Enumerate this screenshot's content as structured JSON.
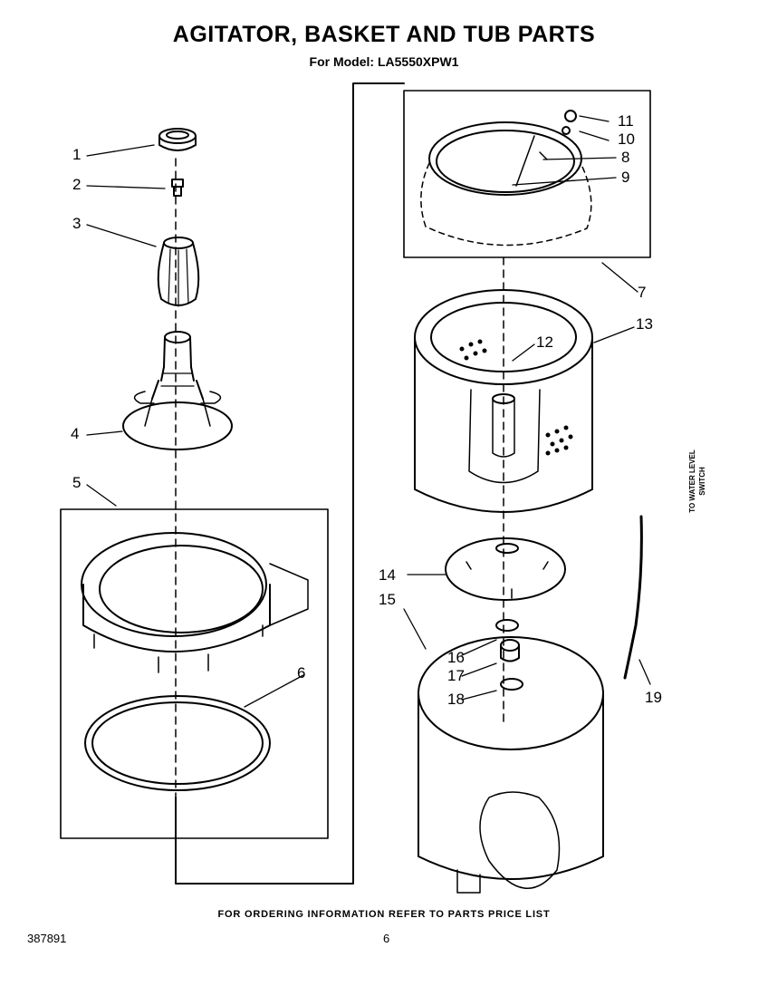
{
  "page": {
    "title": "AGITATOR, BASKET AND TUB PARTS",
    "subtitle": "For Model: LA5550XPW1",
    "footer_note": "FOR ORDERING INFORMATION REFER TO PARTS PRICE LIST",
    "document_number": "387891",
    "page_number": "6"
  },
  "side_label": {
    "line1": "TO WATER LEVEL",
    "line2": "SWITCH"
  },
  "callouts": [
    "1",
    "2",
    "3",
    "4",
    "5",
    "6",
    "7",
    "8",
    "9",
    "10",
    "11",
    "12",
    "13",
    "14",
    "15",
    "16",
    "17",
    "18",
    "19"
  ],
  "colors": {
    "ink": "#000000",
    "paper": "#ffffff"
  }
}
